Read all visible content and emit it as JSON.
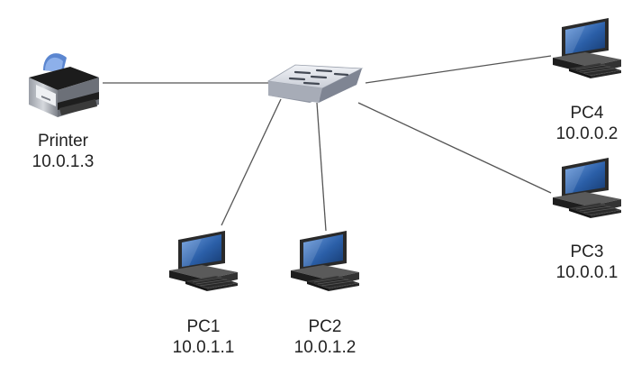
{
  "diagram": {
    "switch": {
      "icon": "network-switch-icon"
    },
    "nodes": [
      {
        "id": "printer",
        "icon": "printer-icon",
        "name": "Printer",
        "ip": "10.0.1.3"
      },
      {
        "id": "pc1",
        "icon": "desktop-computer-icon",
        "name": "PC1",
        "ip": "10.0.1.1"
      },
      {
        "id": "pc2",
        "icon": "desktop-computer-icon",
        "name": "PC2",
        "ip": "10.0.1.2"
      },
      {
        "id": "pc3",
        "icon": "desktop-computer-icon",
        "name": "PC3",
        "ip": "10.0.0.1"
      },
      {
        "id": "pc4",
        "icon": "desktop-computer-icon",
        "name": "PC4",
        "ip": "10.0.0.2"
      }
    ],
    "links": [
      {
        "from": "switch",
        "to": "printer"
      },
      {
        "from": "switch",
        "to": "pc1"
      },
      {
        "from": "switch",
        "to": "pc2"
      },
      {
        "from": "switch",
        "to": "pc3"
      },
      {
        "from": "switch",
        "to": "pc4"
      }
    ],
    "colors": {
      "link": "#555555",
      "label": "#222222",
      "screen": "#2b5fa8",
      "device_dark": "#2a2a2a",
      "switch_body": "#c9cdd6"
    }
  }
}
